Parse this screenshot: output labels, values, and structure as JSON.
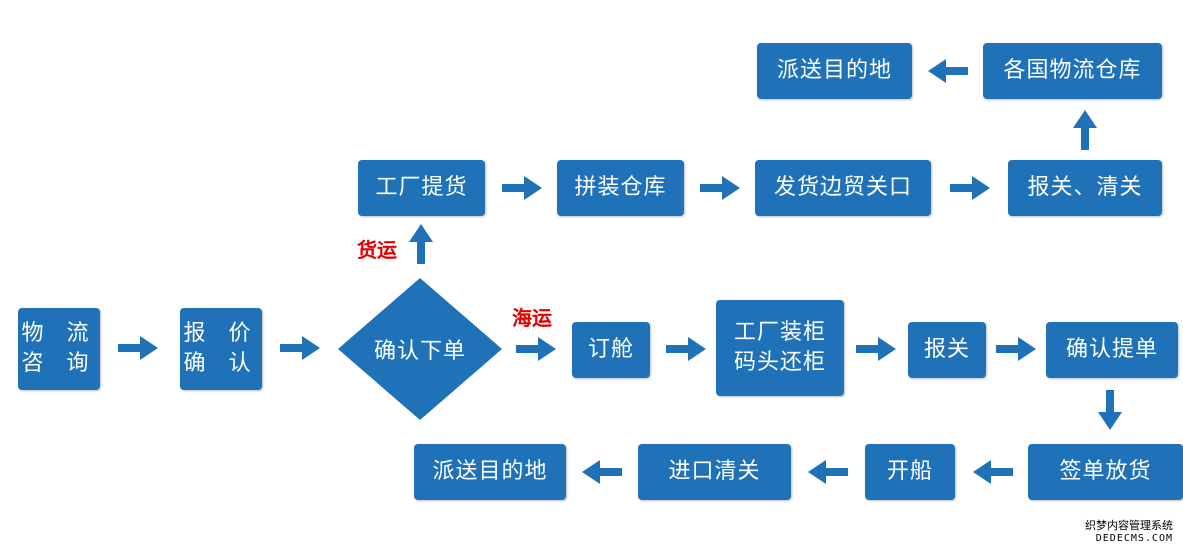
{
  "colors": {
    "box": "#1f72b8",
    "arrow": "#1f72b8",
    "label": "#e00000"
  },
  "nodes": {
    "consult": [
      "物 流",
      "咨 询"
    ],
    "quote": [
      "报 价",
      "确 认"
    ],
    "confirm_order": "确认下单",
    "freight": {
      "factory_pickup": "工厂提货",
      "consolidation_warehouse": "拼装仓库",
      "border_port": "发货边贸关口",
      "declare_clear": "报关、清关",
      "country_warehouse": "各国物流仓库",
      "deliver": "派送目的地"
    },
    "sea": {
      "book_space": "订舱",
      "load_container": [
        "工厂装柜",
        "码头还柜"
      ],
      "customs_declare": "报关",
      "confirm_bl": "确认提单",
      "sign_release": "签单放货",
      "sail": "开船",
      "import_clearance": "进口清关",
      "deliver": "派送目的地"
    }
  },
  "branch_labels": {
    "freight": "货运",
    "sea": "海运"
  },
  "watermark": {
    "line1": "织梦内容管理系统",
    "line2": "DEDECMS.COM"
  }
}
